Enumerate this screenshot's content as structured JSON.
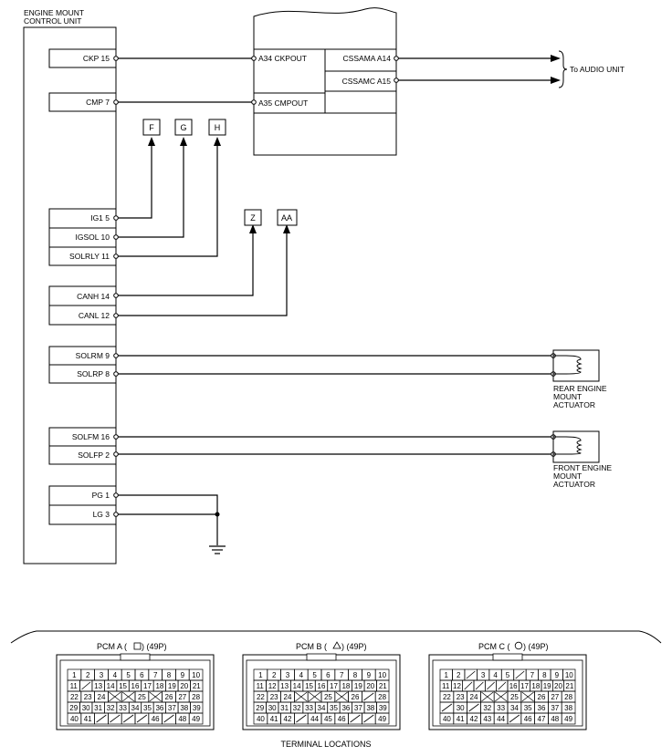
{
  "ecu": {
    "title_line1": "ENGINE MOUNT",
    "title_line2": "CONTROL UNIT",
    "pins": {
      "ckp": "CKP 15",
      "cmp": "CMP 7",
      "ig1": "IG1 5",
      "igsol": "IGSOL 10",
      "solrly": "SOLRLY 11",
      "canh": "CANH 14",
      "canl": "CANL 12",
      "solrm": "SOLRM 9",
      "solrp": "SOLRP 8",
      "solfm": "SOLFM 16",
      "solfp": "SOLFP 2",
      "pg": "PG 1",
      "lg": "LG 3"
    }
  },
  "pcm": {
    "a34": "A34 CKPOUT",
    "a35": "A35 CMPOUT",
    "a14": "CSSAMA A14",
    "a15": "CSSAMC A15"
  },
  "audio_label": "To AUDIO UNIT",
  "connectors_ref": {
    "f": "F",
    "g": "G",
    "h": "H",
    "z": "Z",
    "aa": "AA"
  },
  "actuators": {
    "rear_line1": "REAR ENGINE",
    "rear_line2": "MOUNT",
    "rear_line3": "ACTUATOR",
    "front_line1": "FRONT ENGINE",
    "front_line2": "MOUNT",
    "front_line3": "ACTUATOR"
  },
  "terminal_section": {
    "footer": "TERMINAL LOCATIONS",
    "pcm_a_title": "PCM A (",
    "pcm_a_suffix": ") (49P)",
    "pcm_b_title": "PCM B (",
    "pcm_b_suffix": ") (49P)",
    "pcm_c_title": "PCM C (",
    "pcm_c_suffix": ") (49P)",
    "pcm_a_rows": [
      [
        "1",
        "2",
        "3",
        "4",
        "5",
        "6",
        "7",
        "8",
        "9",
        "10"
      ],
      [
        "11",
        "/",
        "13",
        "14",
        "15",
        "16",
        "17",
        "18",
        "19",
        "20",
        "21"
      ],
      [
        "22",
        "23",
        "24",
        "X",
        "X",
        "25",
        "X",
        "26",
        "27",
        "28"
      ],
      [
        "29",
        "30",
        "31",
        "32",
        "33",
        "34",
        "35",
        "36",
        "37",
        "38",
        "39"
      ],
      [
        "40",
        "41",
        "/",
        "/",
        "/",
        "/",
        "46",
        "/",
        "48",
        "49"
      ]
    ],
    "pcm_b_rows": [
      [
        "1",
        "2",
        "3",
        "4",
        "5",
        "6",
        "7",
        "8",
        "9",
        "10"
      ],
      [
        "11",
        "12",
        "13",
        "14",
        "15",
        "16",
        "17",
        "18",
        "19",
        "20",
        "21"
      ],
      [
        "22",
        "23",
        "24",
        "X",
        "X",
        "25",
        "X",
        "26",
        "/",
        "28"
      ],
      [
        "29",
        "30",
        "31",
        "32",
        "33",
        "34",
        "35",
        "36",
        "37",
        "38",
        "39"
      ],
      [
        "40",
        "41",
        "42",
        "/",
        "44",
        "45",
        "46",
        "/",
        "/",
        "49"
      ]
    ],
    "pcm_c_rows": [
      [
        "1",
        "2",
        "/",
        "3",
        "4",
        "5",
        "/",
        "7",
        "8",
        "9",
        "10"
      ],
      [
        "11",
        "12",
        "/",
        "/",
        "/",
        "/",
        "16",
        "17",
        "18",
        "19",
        "20",
        "21"
      ],
      [
        "22",
        "23",
        "24",
        "X",
        "X",
        "25",
        "X",
        "26",
        "27",
        "28"
      ],
      [
        "/",
        "30",
        "/",
        "32",
        "33",
        "34",
        "35",
        "36",
        "37",
        "38"
      ],
      [
        "40",
        "41",
        "42",
        "43",
        "44",
        "/",
        "46",
        "47",
        "48",
        "49"
      ]
    ]
  }
}
